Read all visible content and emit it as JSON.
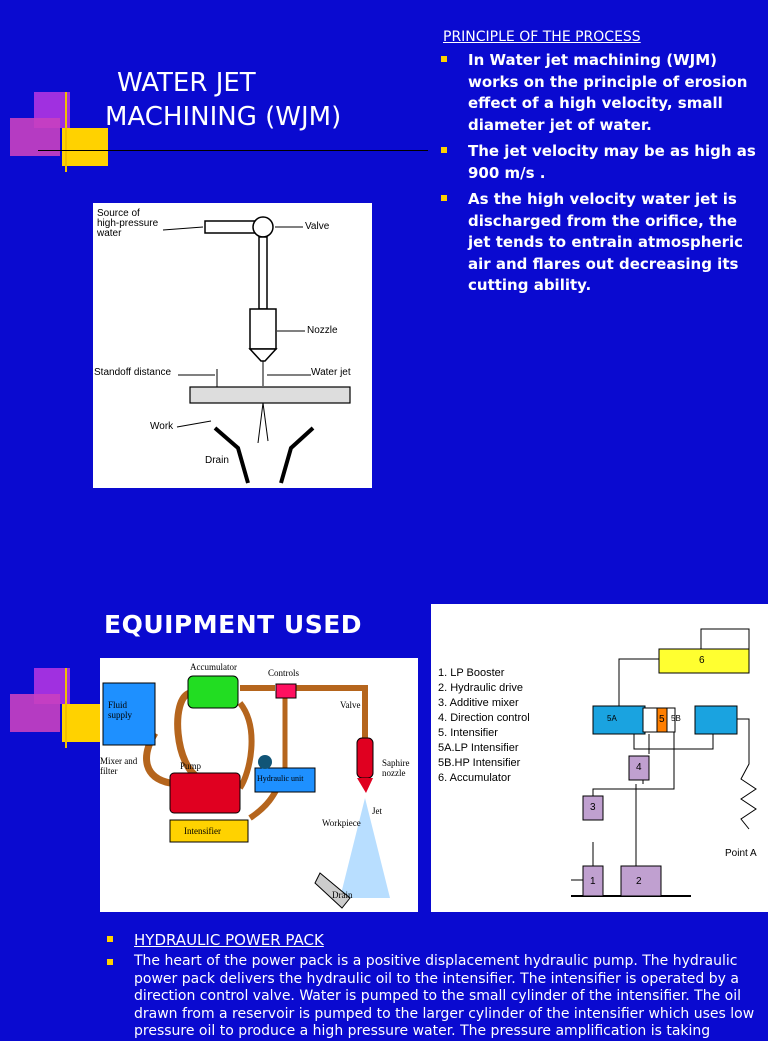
{
  "title": {
    "line1": "WATER JET",
    "line2": "MACHINING (WJM)"
  },
  "principle": {
    "heading": "PRINCIPLE OF THE PROCESS",
    "bullets": [
      "In Water jet machining (WJM) works on the principle of erosion effect of a high velocity, small diameter jet of water.",
      "The jet velocity may be as high as 900 m/s .",
      "As the high velocity water jet is discharged from the orifice, the jet tends to entrain atmospheric air and flares out decreasing its cutting ability."
    ]
  },
  "diagram1": {
    "source": "Source of high-pressure water",
    "valve": "Valve",
    "nozzle": "Nozzle",
    "standoff": "Standoff distance",
    "waterjet": "Water jet",
    "work": "Work",
    "drain": "Drain"
  },
  "equipment": {
    "heading": "EQUIPMENT USED"
  },
  "diagram2": {
    "accumulator": "Accumulator",
    "controls": "Controls",
    "fluid_supply": "Fluid supply",
    "valve": "Valve",
    "mixer": "Mixer and filter",
    "pump": "Pump",
    "hydraulic_unit": "Hydraulic unit",
    "sapphire": "Saphire nozzle",
    "intensifier": "Intensifier",
    "workpiece": "Workpiece",
    "jet": "Jet",
    "drain": "Drain"
  },
  "diagram3": {
    "legend": [
      "1.  LP Booster",
      "2.  Hydraulic drive",
      "3.  Additive mixer",
      "4.  Direction control",
      "5.  Intensifier",
      "5A.LP Intensifier",
      "5B.HP Intensifier",
      "6.  Accumulator"
    ],
    "box1": "1",
    "box2": "2",
    "box3": "3",
    "box4": "4",
    "box5": "5",
    "box5a": "5A",
    "box5b": "5B",
    "box6": "6",
    "pointa": "Point A"
  },
  "hydraulic": {
    "heading": "HYDRAULIC POWER PACK ",
    "text": "The heart of the power pack is a positive displacement  hydraulic pump. The hydraulic power pack delivers the hydraulic oil to the intensifier. The intensifier is operated by a direction control valve. Water is pumped to the small cylinder of the intensifier. The oil drawn from a reservoir is pumped to the larger cylinder of the intensifier which uses low pressure oil to produce a high pressure water. The pressure amplification is taking"
  },
  "colors": {
    "background": "#0a0ad0",
    "bullet": "#ffd200",
    "deco_purple": "#a030e0",
    "deco_yellow": "#ffd200"
  }
}
